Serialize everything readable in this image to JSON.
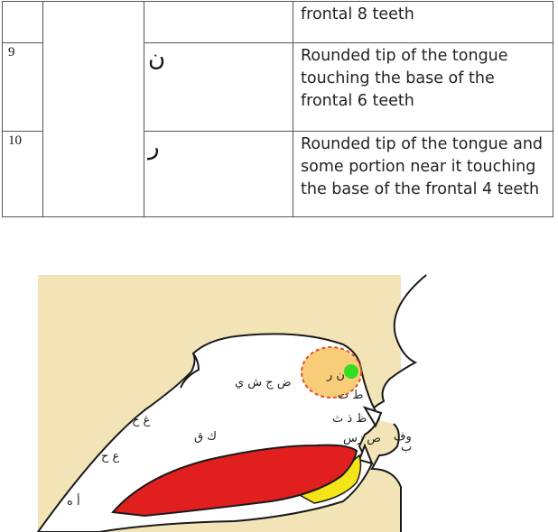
{
  "table": {
    "rows": [
      {
        "num": "",
        "letter": "",
        "description": "frontal 8 teeth"
      },
      {
        "num": "9",
        "letter": "ن",
        "description": "Rounded tip of the tongue touching the base of the frontal 6 teeth"
      },
      {
        "num": "10",
        "letter": "ر",
        "description": "Rounded tip of the tongue and some portion near it touching the base of the frontal 4 teeth"
      }
    ]
  },
  "diagram": {
    "labels": {
      "roof": "ض ج ش ي",
      "highlight_nun_ra": "ن ر",
      "teeth_ta": "ط ت",
      "teeth_dha": "ظ ذ ث",
      "lips_a": "وف",
      "lips_b": "ب",
      "sibilants": "ص زس",
      "ghain": "غ خ",
      "qaf": "ك ق",
      "ain": "ع ح",
      "hamza": "أ ه"
    },
    "colors": {
      "background": "#f2e4b6",
      "mouth_outline": "#1a1a1a",
      "tongue": "#e11f1f",
      "tongue_underside": "#f4e418",
      "highlight_fill": "#f7c86a",
      "highlight_border": "#e2512a",
      "contact_dot": "#33dd22"
    }
  }
}
